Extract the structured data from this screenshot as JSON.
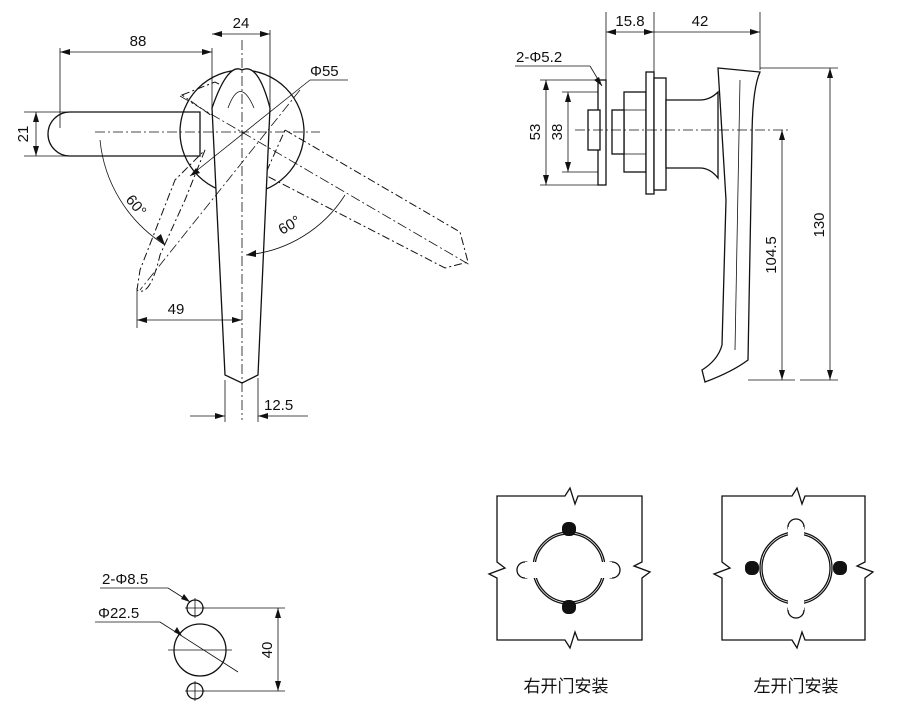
{
  "dimensions": {
    "front_view": {
      "width_88": "88",
      "width_24": "24",
      "diameter_55": "Φ55",
      "height_21": "21",
      "angle_left": "60°",
      "angle_right": "60°",
      "offset_49": "49",
      "tip_12_5": "12.5"
    },
    "side_view": {
      "depth_15_8": "15.8",
      "depth_42": "42",
      "holes_2_phi_5_2": "2-Φ5.2",
      "height_53": "53",
      "height_38": "38",
      "height_104_5": "104.5",
      "height_130": "130"
    },
    "cutout_view": {
      "holes_2_phi_8_5": "2-Φ8.5",
      "diameter_22_5": "Φ22.5",
      "spacing_40": "40"
    }
  },
  "captions": {
    "right_door": "右开门安装",
    "left_door": "左开门安装"
  }
}
